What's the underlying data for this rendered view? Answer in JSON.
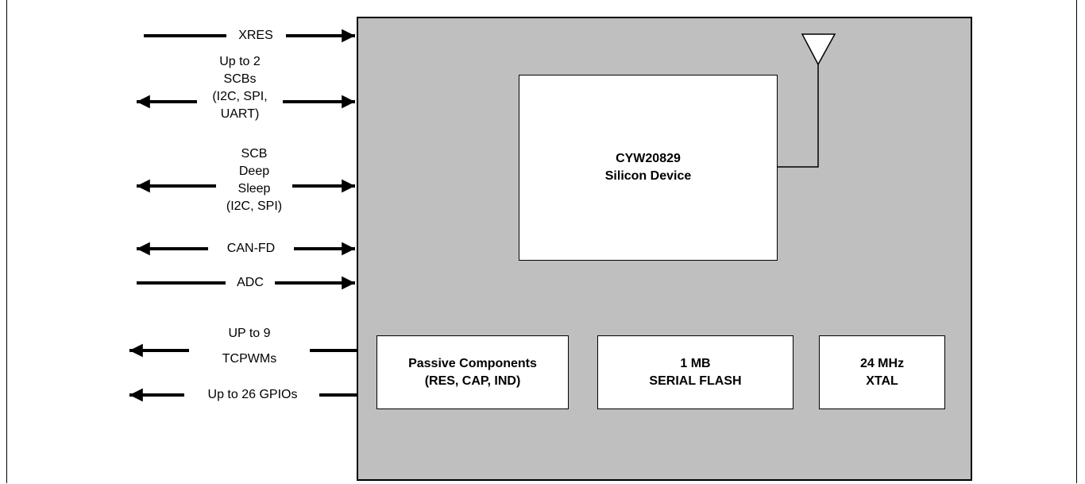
{
  "signals": {
    "xres": "XRES",
    "scbs": [
      "Up to 2",
      "SCBs",
      "(I2C, SPI,",
      "UART)"
    ],
    "scb_deep": [
      "SCB",
      "Deep",
      "Sleep",
      "(I2C, SPI)"
    ],
    "canfd": "CAN-FD",
    "adc": "ADC",
    "tcpwm": [
      "UP to 9",
      "TCPWMs"
    ],
    "gpio": "Up to 26 GPIOs"
  },
  "blocks": {
    "soc": [
      "CYW20829",
      "Silicon Device"
    ],
    "passive": [
      "Passive Components",
      "(RES, CAP, IND)"
    ],
    "flash": [
      "1 MB",
      "SERIAL FLASH"
    ],
    "xtal": [
      "24 MHz",
      "XTAL"
    ]
  },
  "colors": {
    "module_fill": "#bfbfbf",
    "line": "#000000"
  }
}
